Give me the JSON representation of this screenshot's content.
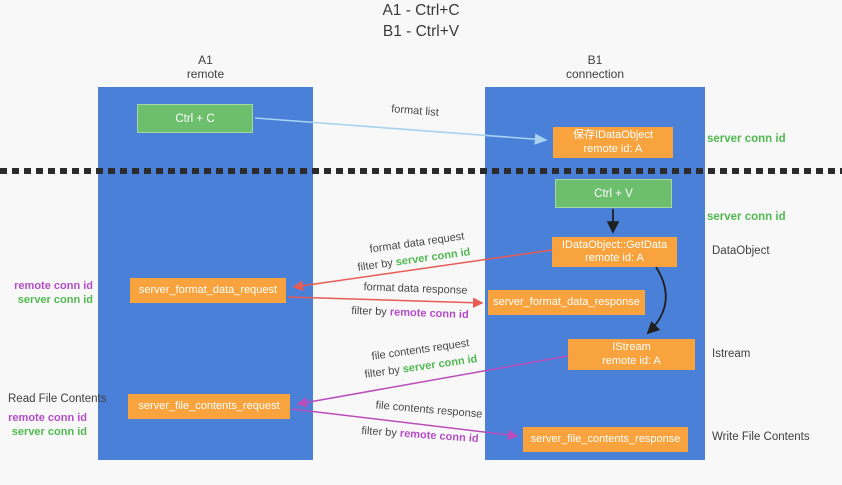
{
  "title": {
    "line1": "A1 - Ctrl+C",
    "line2": "B1 - Ctrl+V"
  },
  "lifelines": {
    "a1": {
      "name": "A1",
      "role": "remote"
    },
    "b1": {
      "name": "B1",
      "role": "connection"
    }
  },
  "nodes": {
    "ctrl_c": {
      "label": "Ctrl + C"
    },
    "ctrl_v": {
      "label": "Ctrl + V"
    },
    "save_idataobject": {
      "line1": "保存IDataObject",
      "line2": "remote id: A"
    },
    "getdata": {
      "line1": "IDataObject::GetData",
      "line2": "remote id: A"
    },
    "istream": {
      "line1": "IStream",
      "line2": "remote id: A"
    },
    "format_data_request": {
      "label": "server_format_data_request"
    },
    "format_data_response": {
      "label": "server_format_data_response"
    },
    "file_contents_request": {
      "label": "server_file_contents_request"
    },
    "file_contents_response": {
      "label": "server_file_contents_response"
    }
  },
  "edges": {
    "format_list": {
      "label": "format list"
    },
    "format_data_request": {
      "label": "format data request",
      "filter_prefix": "filter by ",
      "filter_key": "server conn id"
    },
    "format_data_response": {
      "label": "format data response",
      "filter_prefix": "filter by ",
      "filter_key": "remote conn id"
    },
    "file_contents_request": {
      "label": "file contents request",
      "filter_prefix": "filter by ",
      "filter_key": "server conn id"
    },
    "file_contents_response": {
      "label": "file contents response",
      "filter_prefix": "filter by ",
      "filter_key": "remote conn id"
    }
  },
  "annotations": {
    "server_conn_id_top": "server conn id",
    "server_conn_id_mid": "server conn id",
    "dataobject": "DataObject",
    "istream": "Istream",
    "write_file_contents": "Write File Contents",
    "read_file_contents": "Read File Contents",
    "left_block1": {
      "remote": "remote conn id",
      "server": "server conn id"
    },
    "left_block2": {
      "remote": "remote conn id",
      "server": "server conn id"
    }
  },
  "colors": {
    "lifeline_blue": "#4a80d8",
    "node_green": "#6dbe6d",
    "node_orange": "#f8a33d",
    "server_conn_green": "#50b950",
    "remote_conn_purple": "#b44cc8",
    "arrow_red": "#e85c55",
    "arrow_magenta": "#bb4cbb",
    "arrow_lightblue": "#a8d3f0",
    "arrow_black": "#1f1f1f",
    "background": "#f8f8f8"
  }
}
